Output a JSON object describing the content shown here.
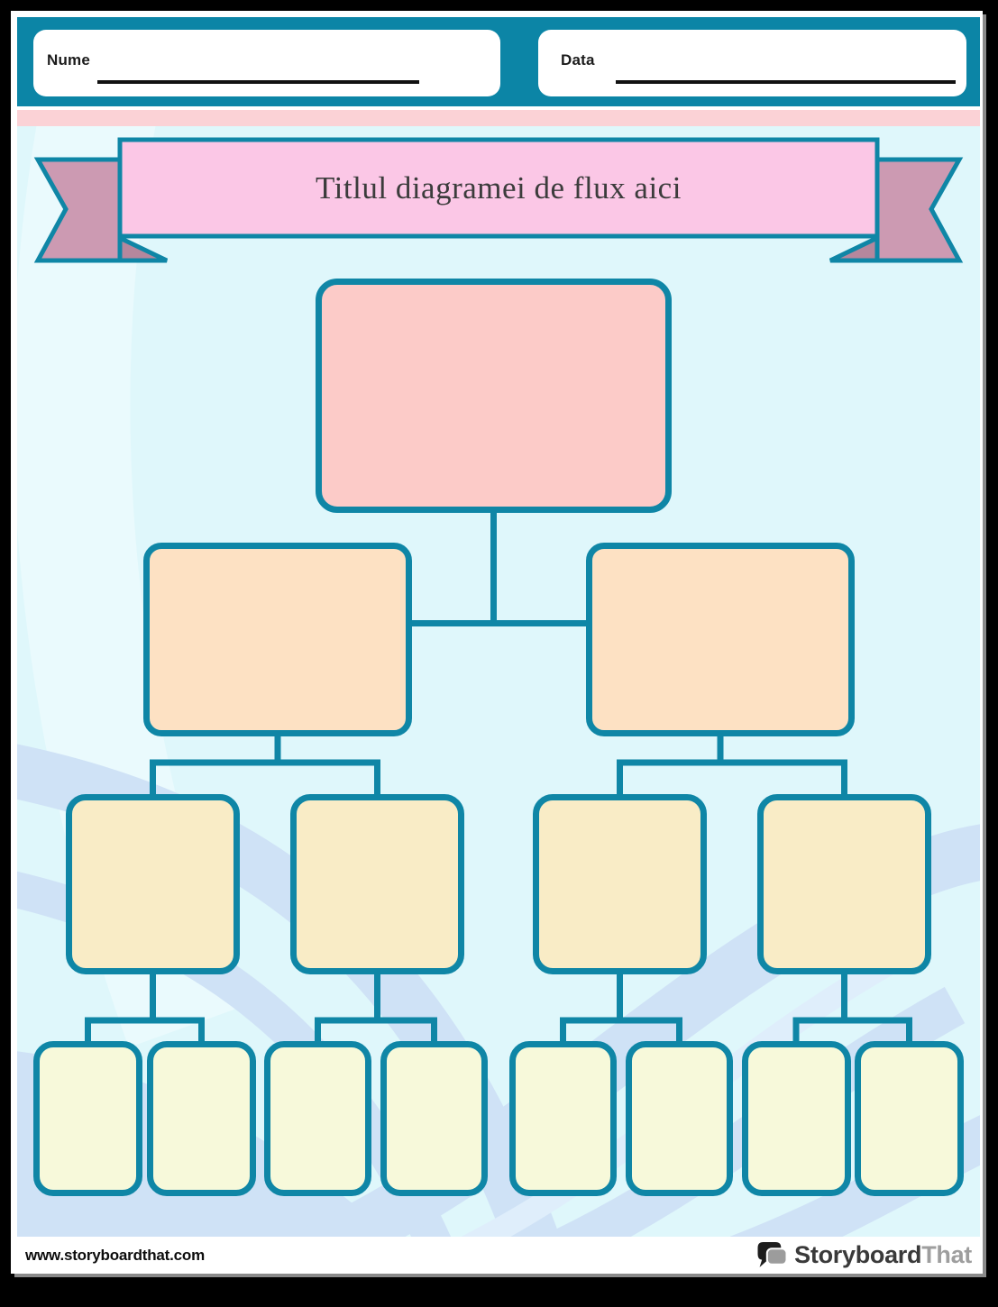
{
  "header": {
    "name_label": "Nume",
    "date_label": "Data"
  },
  "banner": {
    "title": "Titlul diagramei de flux aici"
  },
  "diagram": {
    "type": "flowchart-tree",
    "levels": [
      {
        "level": 1,
        "node_count": 1,
        "fill": "#fccbc8"
      },
      {
        "level": 2,
        "node_count": 2,
        "fill": "#fde1c3"
      },
      {
        "level": 3,
        "node_count": 4,
        "fill": "#f9ecc6"
      },
      {
        "level": 4,
        "node_count": 8,
        "fill": "#f7f9da"
      }
    ],
    "node_labels": [
      "",
      "",
      "",
      "",
      "",
      "",
      "",
      "",
      "",
      "",
      "",
      "",
      "",
      "",
      ""
    ]
  },
  "footer": {
    "url": "www.storyboardthat.com",
    "logo_icon": "speech-bubbles-icon",
    "logo_primary": "Storyboard",
    "logo_secondary": "That"
  },
  "colors": {
    "frame": "#000000",
    "teal": "#0c85a6",
    "pink_strip": "#fbd2d6",
    "banner_pink": "#fbc7e6",
    "ribbon_mauve": "#cc9ab2",
    "ribbon_fold": "#b5879d",
    "node_border": "#0f86a6",
    "node_l1": "#fccbc8",
    "node_l2": "#fde1c3",
    "node_l3": "#f9ecc6",
    "node_l4": "#f7f9da",
    "content_bg": "#dff7fb",
    "wave_blue": "#cfe2f6",
    "title_text": "#3c3c3c"
  }
}
